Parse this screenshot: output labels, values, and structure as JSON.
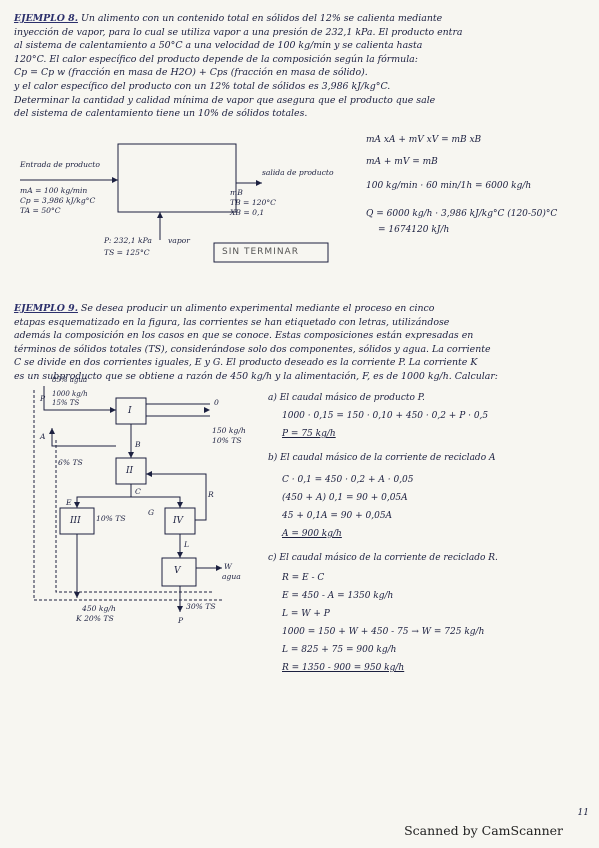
{
  "ex8": {
    "title": "EJEMPLO 8.",
    "lines": [
      "Un alimento con un contenido total en sólidos del 12% se calienta mediante",
      "inyección de vapor, para lo cual se utiliza vapor a una presión de 232,1 kPa. El producto entra",
      "al sistema de calentamiento a 50°C a una velocidad de 100 kg/min y se calienta hasta",
      "120°C. El calor específico del producto depende de la composición según la fórmula:",
      "Cp = Cp w (fracción en masa de H2O) + Cps (fracción en masa de sólido).",
      "y el calor específico del producto con un 12% total de sólidos es 3,986 kJ/kg°C.",
      "Determinar la cantidad y calidad mínima de vapor que asegura que el producto que sale",
      "del sistema de calentamiento tiene un 10% de sólidos totales."
    ],
    "diagram": {
      "in_label": "Entrada de producto",
      "out_label": "salida de producto",
      "in_vals": [
        "mA = 100 kg/min",
        "Cp = 3,986 kJ/kg°C",
        "TA = 50°C"
      ],
      "out_vals": [
        "mB",
        "TB = 120°C",
        "XB = 0,1"
      ],
      "steam_vals": [
        "P: 232,1 kPa",
        "TS = 125°C"
      ],
      "steam": "vapor",
      "stamp": "SIN TERMINAR"
    },
    "solution": [
      "mA xA + mV xV = mB xB",
      "mA + mV = mB",
      "100 kg/min · 60 min/1h = 6000 kg/h",
      "Q = 6000 kg/h · 3,986 kJ/kg°C (120-50)°C",
      "= 1674120 kJ/h"
    ]
  },
  "ex9": {
    "title": "EJEMPLO 9.",
    "lines": [
      "Se desea producir un alimento experimental mediante el proceso en cinco",
      "etapas esquematizado en la figura, las corrientes se han etiquetado con letras, utilizándose",
      "además la composición en los casos en que se conoce. Estas composiciones están expresadas en",
      "términos de sólidos totales (TS), considerándose solo dos componentes, sólidos y agua. La corriente",
      "C se divide en dos corrientes iguales, E y G. El producto deseado es la corriente P. La corriente K",
      "es un subproducto que se obtiene a razón de 450 kg/h y la alimentación, F, es de 1000 kg/h. Calcular:"
    ],
    "diagram": {
      "f_vals": [
        "1000 kg/h",
        "15% TS",
        "85% agua"
      ],
      "p_label": "P",
      "a_label": "A",
      "a_val": "6% TS",
      "top_right": "0",
      "right_vals": [
        "150 kg/h",
        "10% TS"
      ],
      "stages": [
        "I",
        "II",
        "III",
        "IV",
        "V"
      ],
      "b_label": "B",
      "c_label": "C",
      "e_label": "E",
      "e_val": "10% TS",
      "g_label": "G",
      "r_label": "R",
      "l_label": "L",
      "w_vals": [
        "W",
        "agua"
      ],
      "k_vals": [
        "450 kg/h",
        "K 20% TS"
      ],
      "p_vals": [
        "30% TS",
        "P"
      ]
    },
    "answers": {
      "a_head": "a) El caudal másico de producto P.",
      "a": [
        "1000 · 0,15 = 150 · 0,10 + 450 · 0,2 + P · 0,5",
        "P = 75 kg/h"
      ],
      "b_head": "b) El caudal másico de la corriente de reciclado A",
      "b": [
        "C · 0,1 = 450 · 0,2 + A · 0,05",
        "(450 + A) 0,1 = 90 + 0,05A",
        "45 + 0,1A = 90 + 0,05A",
        "A = 900 kg/h"
      ],
      "c_head": "c) El caudal másico de la corriente de reciclado R.",
      "c": [
        "R = E - C",
        "E = 450 - A = 1350 kg/h",
        "L = W + P",
        "1000 = 150 + W + 450 - 75 → W = 725 kg/h",
        "L = 825 + 75 = 900 kg/h",
        "R = 1350 - 900 = 950 kg/h"
      ]
    }
  },
  "footer": {
    "scanner": "Scanned by CamScanner",
    "page": "11"
  }
}
